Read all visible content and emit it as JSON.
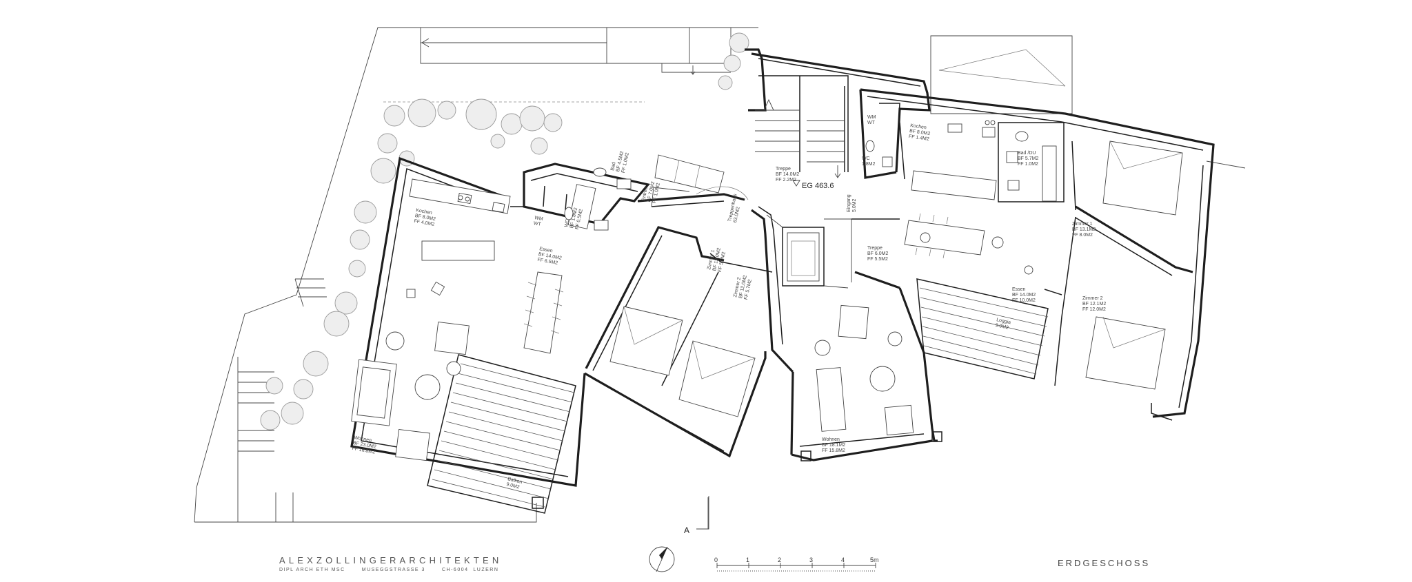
{
  "drawing": {
    "office_name": "ALEXZOLLINGERARCHITEKTEN",
    "office_sub": "DIPL ARCH ETH MSC       MUSEGGSTRASSE 3       CH-6004  LUZERN",
    "sheet_title": "ERDGESCHOSS",
    "section_marker": "A",
    "level_label": "EG 463.6",
    "scale_bar": {
      "ticks": [
        "0",
        "1",
        "2",
        "3",
        "4",
        "5m"
      ]
    }
  },
  "rooms": {
    "kochen_left": [
      "Kochen",
      "BF 8.0M2",
      "FF 4.0M2"
    ],
    "essen_left": [
      "Essen",
      "BF 14.0M2",
      "FF 6.5M2"
    ],
    "wohnen_left": [
      "Wohnen",
      "BF 23.0M2",
      "FF 16.8M2"
    ],
    "bad_left": [
      "Bad",
      "BF 4.5M2",
      "FF 1.0M2"
    ],
    "wc_left": [
      "WC",
      "BF 1.8M2",
      "FF 0.5M2"
    ],
    "wm_left": [
      "WM",
      "WT"
    ],
    "entree": [
      "Entrée",
      "BF 7.0M2",
      "FF 1.0M2"
    ],
    "zimmer1_left": [
      "Zimmer 1",
      "BF 12.0M2",
      "FF 5.9M2"
    ],
    "zimmer2_left": [
      "Zimmer 2",
      "BF 12.0M2",
      "FF 5.7M2"
    ],
    "balkon_left": [
      "Balkon",
      "9.0M2"
    ],
    "treppe_top": [
      "Treppe",
      "BF 14.0M2",
      "FF 2.2M2"
    ],
    "treppenhaus": [
      "Treppenhaus",
      "63.0M2"
    ],
    "treppe_mid": [
      "Treppe",
      "BF 6.0M2",
      "FF 5.5M2"
    ],
    "eingang": [
      "Eingang",
      "5.0M2"
    ],
    "kochen_right": [
      "Kochen",
      "BF 8.0M2",
      "FF 1.4M2"
    ],
    "wc_right": [
      "WC",
      "1.8M2"
    ],
    "wm_right": [
      "WM",
      "WT"
    ],
    "bad_dusche": [
      "Bad /DU",
      "BF 5.7M2",
      "FF 1.0M2"
    ],
    "zimmer1_right": [
      "Zimmer 1",
      "BF 13.1M2",
      "FF 8.0M2"
    ],
    "zimmer2_right": [
      "Zimmer 2",
      "BF 12.1M2",
      "FF 12.0M2"
    ],
    "essen_right": [
      "Essen",
      "BF 14.0M2",
      "FF 10.0M2"
    ],
    "wohnen_right": [
      "Wohnen",
      "BF 18.1M2",
      "FF 15.8M2"
    ],
    "loggia": [
      "Loggia",
      "9.0M2"
    ]
  }
}
